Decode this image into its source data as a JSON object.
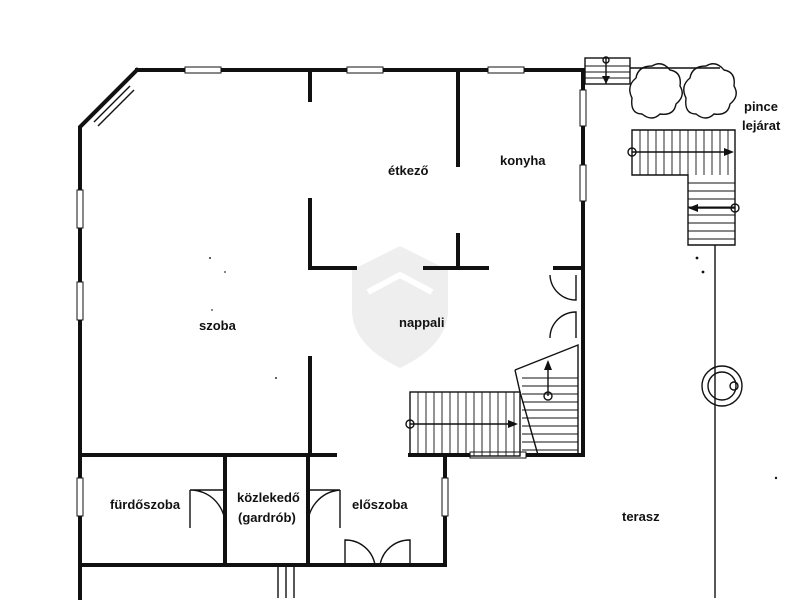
{
  "plan": {
    "rooms": {
      "etkezo": "étkező",
      "konyha": "konyha",
      "szoba": "szoba",
      "nappali": "nappali",
      "furdoszoba": "fürdőszoba",
      "kozlekedo": "közlekedő",
      "gardrob": "(gardrób)",
      "eloszoba": "előszoba",
      "terasz": "terasz",
      "pince_line1": "pince",
      "pince_line2": "lejárat"
    }
  }
}
